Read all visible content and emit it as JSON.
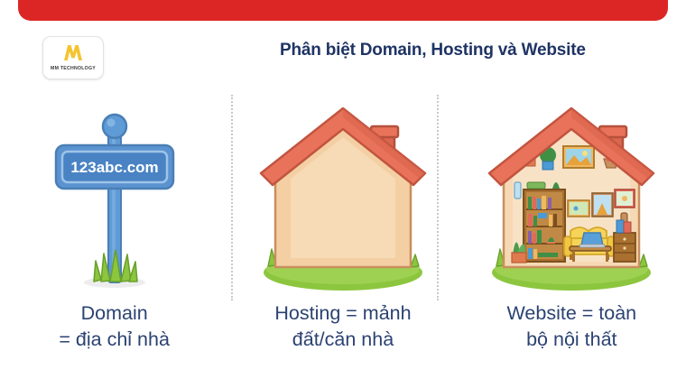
{
  "header": {
    "bar_color": "#dc2626",
    "title": "Phân biệt Domain, Hosting và Website",
    "title_color": "#1f3464",
    "logo": {
      "mark_letter": "M",
      "mark_color": "#f4c430",
      "name": "MM TECHNOLOGY"
    }
  },
  "columns": [
    {
      "id": "domain",
      "illustration": "signpost-illustration",
      "sign_text": "123abc.com",
      "sign_color": "#5b93d1",
      "caption_line1": "Domain",
      "caption_line2": "= địa chỉ nhà"
    },
    {
      "id": "hosting",
      "illustration": "empty-house-illustration",
      "roof_color": "#e8735a",
      "wall_color": "#f3cfa3",
      "caption_line1": "Hosting = mảnh",
      "caption_line2": "đất/căn nhà"
    },
    {
      "id": "website",
      "illustration": "furnished-house-illustration",
      "roof_color": "#e8735a",
      "wall_color": "#f3cfa3",
      "sofa_color": "#f7d358",
      "caption_line1": "Website = toàn",
      "caption_line2": "bộ nội thất"
    }
  ],
  "divider": {
    "style": "dotted",
    "color": "#c9c9c9"
  },
  "grass_color": "#8cc63f",
  "caption_color": "#2b4272"
}
